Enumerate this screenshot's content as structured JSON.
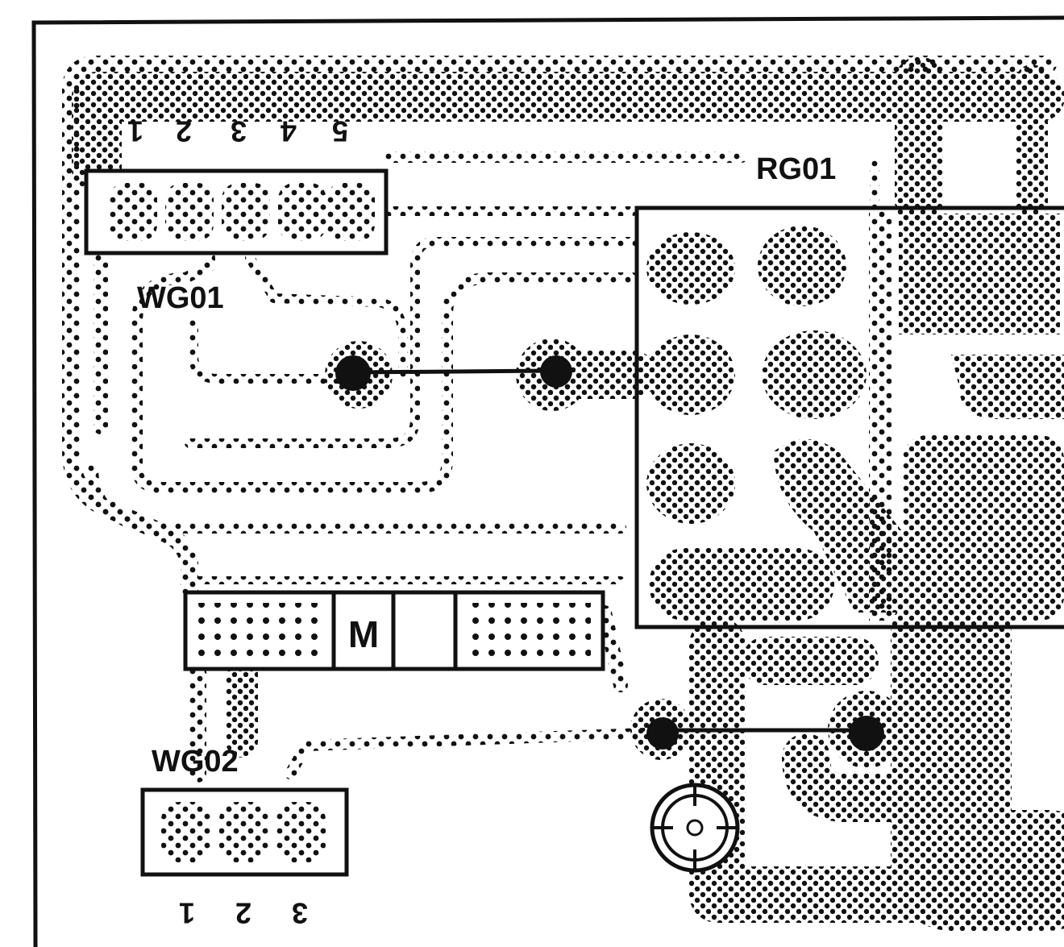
{
  "colors": {
    "ink": "#111111",
    "paper": "#ffffff"
  },
  "labels": {
    "wg01": "WG01",
    "wg02": "WG02",
    "rg01": "RG01",
    "motor": "M"
  },
  "pins": {
    "wg01": [
      "1",
      "2",
      "3",
      "4",
      "5"
    ],
    "wg02": [
      "1",
      "2",
      "3"
    ]
  }
}
